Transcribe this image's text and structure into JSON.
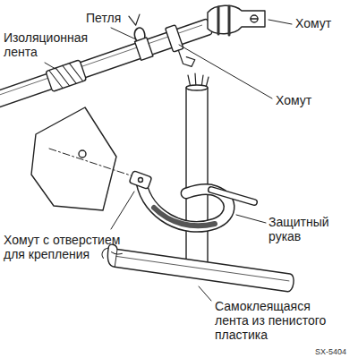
{
  "diagram": {
    "labels": [
      "Петля",
      "Изоляционная лента",
      "Хомут",
      "Хомут",
      "Хомут с отверстием для крепления",
      "Защитный рукав",
      "Самоклеящаяся лента из пенистого пластика",
      "SX-5404"
    ]
  }
}
